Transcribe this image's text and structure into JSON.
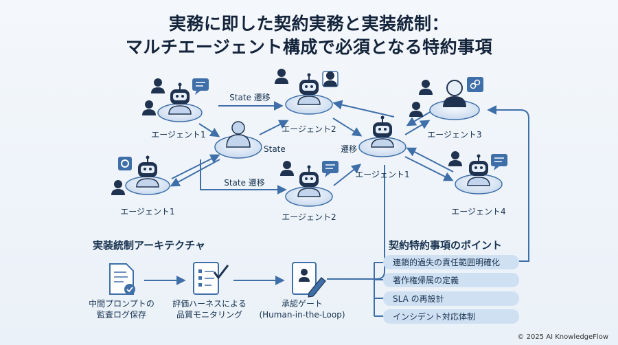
{
  "title": {
    "line1": "実務に即した契約実務と実装統制：",
    "line2": "マルチエージェント構成で必須となる特約事項"
  },
  "network": {
    "agent1_top": "エージェント1",
    "agent1_bottom": "エージェント1",
    "state_center": "State",
    "agent2_top": "エージェント2",
    "agent2_bottom": "エージェント2",
    "agent1_right": "エージェント1",
    "agent3": "エージェント3",
    "agent4": "エージェント4",
    "edge_state_top": "State 遷移",
    "edge_state_bottom": "State 遷移",
    "edge_transition": "遷移"
  },
  "architecture": {
    "heading": "実装統制アーキテクチャ",
    "step1_line1": "中間プロンプトの",
    "step1_line2": "監査ログ保存",
    "step2_line1": "評価ハーネスによる",
    "step2_line2": "品質モニタリング",
    "step3_line1": "承認ゲート",
    "step3_line2": "(Human-in-the-Loop)"
  },
  "points": {
    "heading": "契約特約事項のポイント",
    "items": [
      "連鎖的過失の責任範囲明確化",
      "著作権帰属の定義",
      "SLA の再設計",
      "インシデント対応体制"
    ]
  },
  "footer": {
    "copyright": "© 2025 AI KnowledgeFlow"
  },
  "colors": {
    "accent": "#3f6fa8",
    "node_fill": "#dbe7f5",
    "pill_fill": "#cfe0f3",
    "dark": "#17324f"
  }
}
